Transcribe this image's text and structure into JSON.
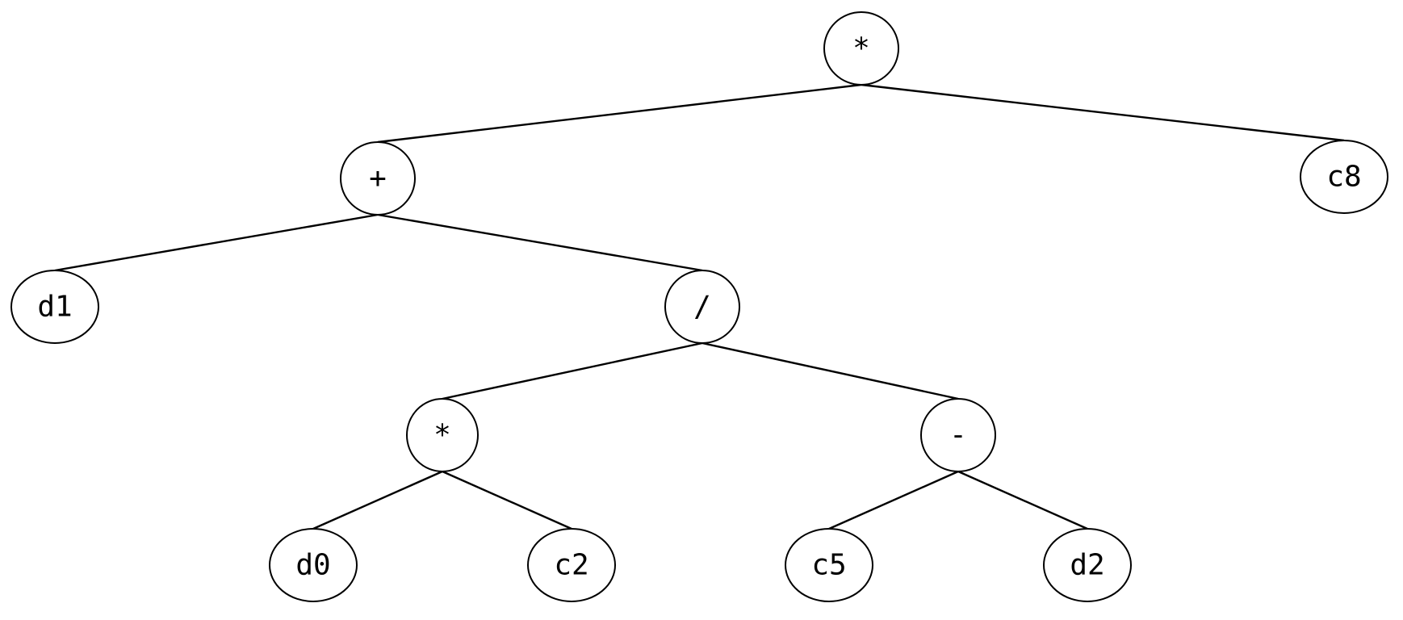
{
  "tree": {
    "nodes": [
      {
        "id": "root",
        "label": "*"
      },
      {
        "id": "plus",
        "label": "+"
      },
      {
        "id": "c8",
        "label": "c8"
      },
      {
        "id": "d1",
        "label": "d1"
      },
      {
        "id": "div",
        "label": "/"
      },
      {
        "id": "mul",
        "label": "*"
      },
      {
        "id": "minus",
        "label": "-"
      },
      {
        "id": "d0",
        "label": "d0"
      },
      {
        "id": "c2",
        "label": "c2"
      },
      {
        "id": "c5",
        "label": "c5"
      },
      {
        "id": "d2",
        "label": "d2"
      }
    ],
    "edges": [
      {
        "from": "root",
        "to": "plus"
      },
      {
        "from": "root",
        "to": "c8"
      },
      {
        "from": "plus",
        "to": "d1"
      },
      {
        "from": "plus",
        "to": "div"
      },
      {
        "from": "div",
        "to": "mul"
      },
      {
        "from": "div",
        "to": "minus"
      },
      {
        "from": "mul",
        "to": "d0"
      },
      {
        "from": "mul",
        "to": "c2"
      },
      {
        "from": "minus",
        "to": "c5"
      },
      {
        "from": "minus",
        "to": "d2"
      }
    ]
  }
}
